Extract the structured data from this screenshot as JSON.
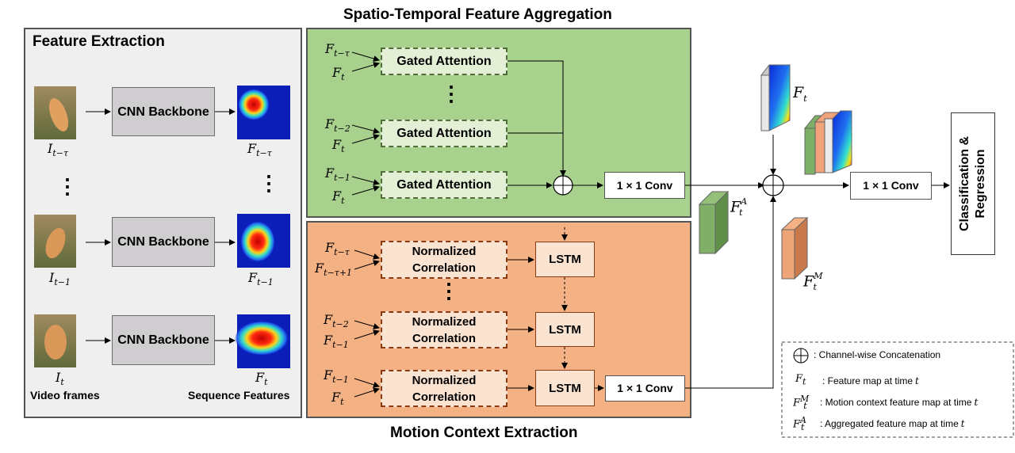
{
  "panels": {
    "feature_extraction": "Feature Extraction",
    "spatio_temporal": "Spatio-Temporal Feature Aggregation",
    "motion_context": "Motion Context Extraction"
  },
  "feature_extraction": {
    "cnn_label": "CNN Backbone",
    "frames": [
      {
        "sym": "I",
        "sub": "t−τ"
      },
      {
        "sym": "I",
        "sub": "t−1"
      },
      {
        "sym": "I",
        "sub": "t"
      }
    ],
    "features": [
      {
        "sym": "F",
        "sub": "t−τ"
      },
      {
        "sym": "F",
        "sub": "t−1"
      },
      {
        "sym": "F",
        "sub": "t"
      }
    ],
    "video_frames_label": "Video frames",
    "sequence_features_label": "Sequence Features",
    "vdots": "⋮"
  },
  "spatio_temporal": {
    "gated_label": "Gated Attention",
    "inputs": [
      {
        "a_sub": "t−τ",
        "b_sub": "t"
      },
      {
        "a_sub": "t−2",
        "b_sub": "t"
      },
      {
        "a_sub": "t−1",
        "b_sub": "t"
      }
    ],
    "conv_label": "1 × 1 Conv"
  },
  "motion_context": {
    "norm_label": "Normalized Correlation",
    "lstm_label": "LSTM",
    "inputs": [
      {
        "a_sub": "t−τ",
        "b_sub": "t−τ+1"
      },
      {
        "a_sub": "t−2",
        "b_sub": "t−1"
      },
      {
        "a_sub": "t−1",
        "b_sub": "t"
      }
    ],
    "conv_label": "1 × 1 Conv"
  },
  "right": {
    "ft": {
      "sym": "F",
      "sub": "t"
    },
    "fta": {
      "sym": "F",
      "sub": "t",
      "sup": "A"
    },
    "ftm": {
      "sym": "F",
      "sub": "t",
      "sup": "M"
    },
    "conv_label": "1 × 1 Conv",
    "head_label": "Classification & Regression"
  },
  "legend": {
    "concat": ": Channel-wise Concatenation",
    "ft": ": Feature map at time ",
    "ftm": ": Motion context feature map at time ",
    "fta": ": Aggregated feature map at time ",
    "t": "t"
  },
  "colors": {
    "green_panel": "#a9d18e",
    "orange_panel": "#f4b183",
    "gray_panel": "#efefef"
  }
}
